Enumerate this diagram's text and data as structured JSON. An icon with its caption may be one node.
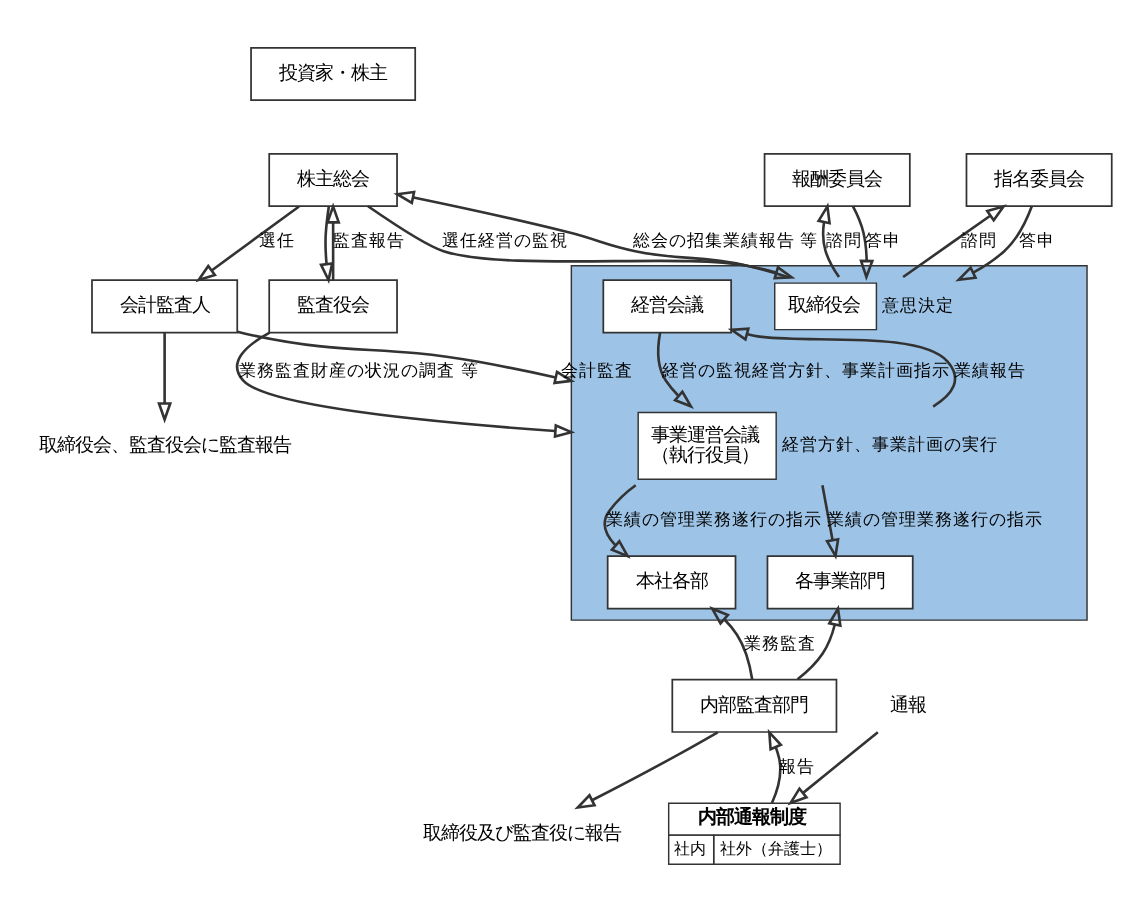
{
  "diagram": {
    "nodes": [
      {
        "text": [
          "投資家・株主"
        ]
      },
      {
        "text": [
          "株主総会"
        ]
      },
      {
        "text": [
          "報酬委員会"
        ]
      },
      {
        "text": [
          "指名委員会"
        ]
      },
      {
        "text": [],
        "shape": "box"
      },
      {
        "text": [
          "取締役会"
        ],
        "in": 4,
        "beside": [
          "意思決定"
        ]
      },
      {
        "text": [
          "経営会議"
        ],
        "in": 4
      },
      {
        "text": [
          "事業運営会議",
          "（執行役員）"
        ],
        "in": 4,
        "beside": [
          "経営方針、事業計画の実行"
        ]
      },
      {
        "text": [
          "本社各部"
        ],
        "in": 4
      },
      {
        "text": [
          "各事業部門"
        ],
        "in": 4
      },
      {
        "text": [
          "監査役会"
        ]
      },
      {
        "text": [
          "会計監査人"
        ]
      },
      {
        "text": [
          "内部監査部門"
        ]
      },
      {
        "text": [
          "内部通報制度",
          "社内",
          "社外（弁護士）"
        ]
      },
      {
        "text": [
          "取締役会、監査役会に監査報告"
        ]
      },
      {
        "text": [
          "取締役及び監査役に報告"
        ]
      },
      {
        "text": [
          "通報"
        ]
      }
    ],
    "edges": [
      {
        "from": 1,
        "to": 5,
        "arrow": "to",
        "label": "選任経営の監視"
      },
      {
        "from": 5,
        "to": 1,
        "arrow": "to",
        "label": "総会の招集業績報告 等"
      },
      {
        "from": 5,
        "to": 2,
        "arrow": "to",
        "label": "諮問"
      },
      {
        "from": 2,
        "to": 5,
        "arrow": "to",
        "label": "答申"
      },
      {
        "from": 5,
        "to": 3,
        "arrow": "to",
        "label": "諮問"
      },
      {
        "from": 3,
        "to": 5,
        "arrow": "to",
        "label": "答申"
      },
      {
        "from": 6,
        "to": 7,
        "arrow": "to",
        "label": "経営の監視経営方針、事業計画指示"
      },
      {
        "from": 7,
        "to": 6,
        "arrow": "to",
        "label": "業績報告"
      },
      {
        "from": 7,
        "to": 8,
        "arrow": "to",
        "label": "業績の管理業務遂行の指示"
      },
      {
        "from": 7,
        "to": 9,
        "arrow": "to",
        "label": "業績の管理業務遂行の指示"
      },
      {
        "from": 12,
        "to": 8,
        "arrow": "to",
        "label": "業務監査"
      },
      {
        "from": 12,
        "to": 9,
        "arrow": "to"
      },
      {
        "from": 12,
        "to": 15,
        "arrow": "to"
      },
      {
        "from": 13,
        "to": 12,
        "arrow": "to",
        "label": "報告"
      },
      {
        "from": 16,
        "to": 13,
        "arrow": "to"
      },
      {
        "from": 10,
        "to": 1,
        "arrow": "to",
        "label": "監査報告"
      },
      {
        "from": 1,
        "to": 10,
        "arrow": "to"
      },
      {
        "from": 1,
        "to": 11,
        "arrow": "to",
        "label": "選任"
      },
      {
        "from": 10,
        "to": 4,
        "arrow": "to",
        "label": "業務監査財産の状況の調査 等"
      },
      {
        "from": 11,
        "to": 4,
        "arrow": "to",
        "label": "会計監査"
      },
      {
        "from": 11,
        "to": 14,
        "arrow": "to"
      }
    ]
  }
}
